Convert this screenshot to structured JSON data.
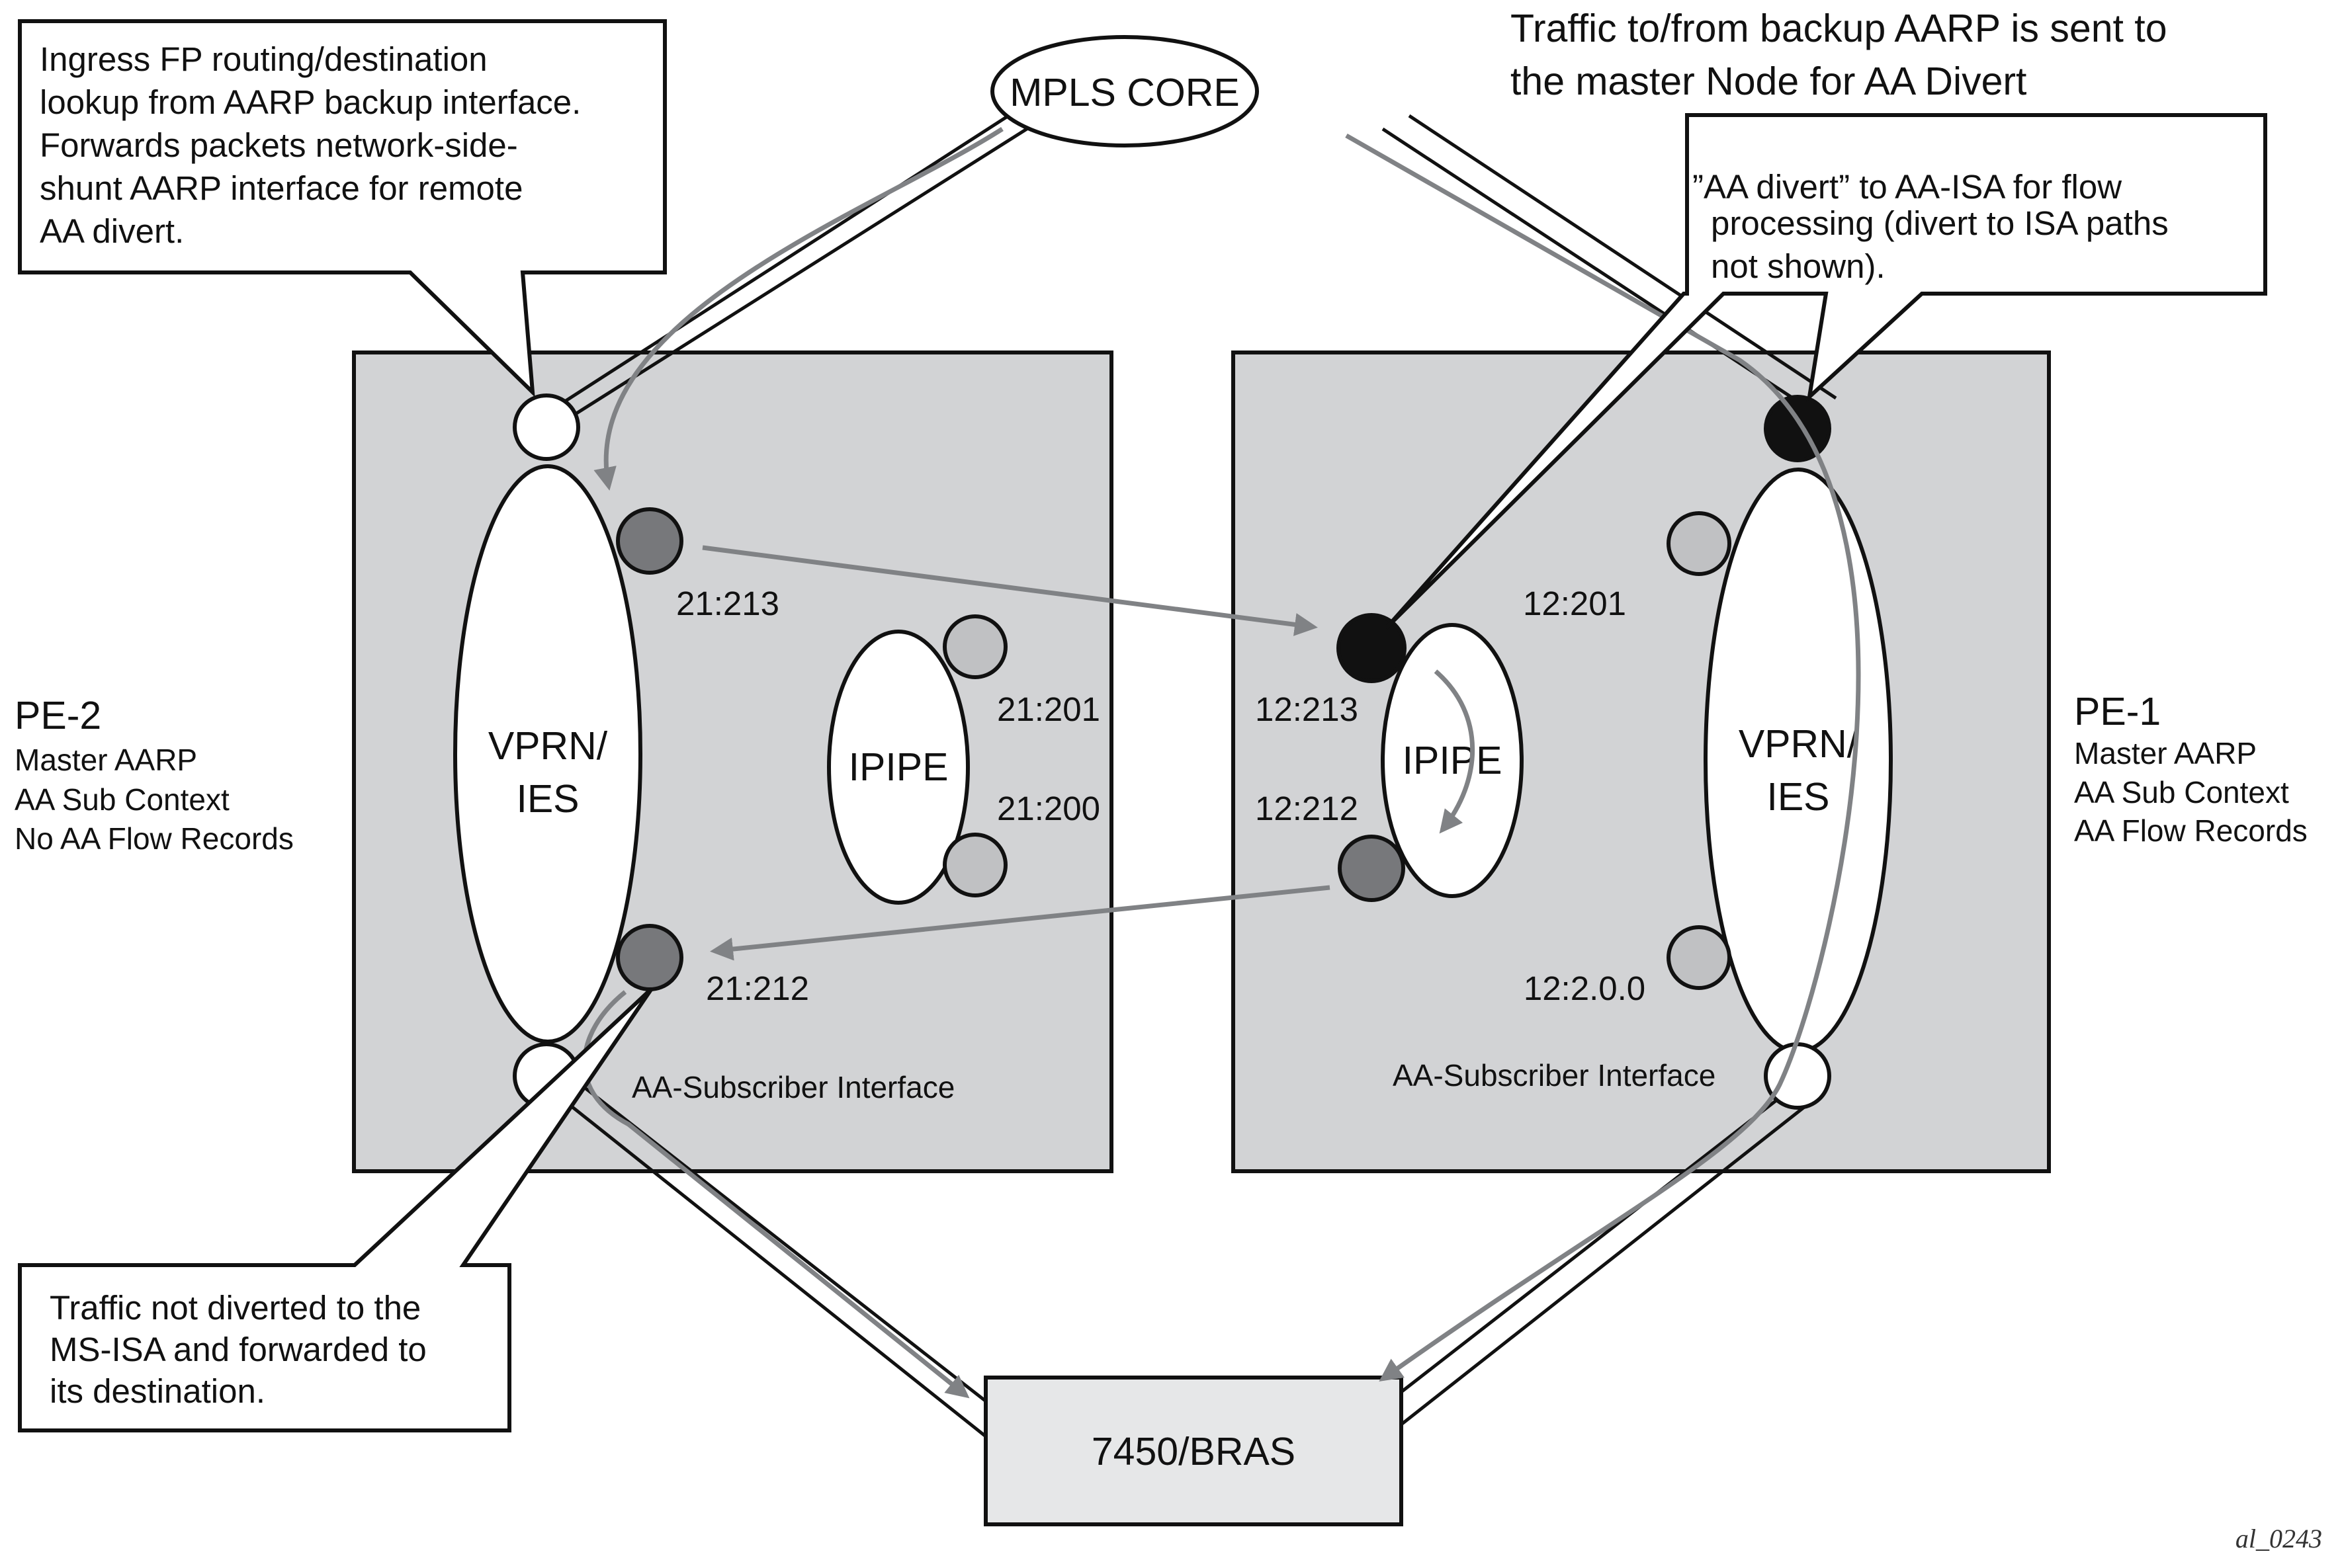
{
  "nodes": {
    "mpls_core": "MPLS CORE",
    "bras": "7450/BRAS"
  },
  "pe2": {
    "name": "PE-2",
    "line1": "Master AARP",
    "line2": "AA Sub Context",
    "line3": "No AA Flow Records",
    "vprn_line1": "VPRN/",
    "vprn_line2": "IES",
    "ipipe": "IPIPE",
    "sap_213": "21:213",
    "sap_201": "21:201",
    "sap_200": "21:200",
    "sap_212": "21:212",
    "sub_interface": "AA-Subscriber Interface"
  },
  "pe1": {
    "name": "PE-1",
    "line1": "Master AARP",
    "line2": "AA Sub Context",
    "line3": "AA Flow Records",
    "vprn_line1": "VPRN/",
    "vprn_line2": "IES",
    "ipipe": "IPIPE",
    "sap_201": "12:201",
    "sap_213": "12:213",
    "sap_212": "12:212",
    "sap_200": "12:2.0.0",
    "sub_interface": "AA-Subscriber Interface"
  },
  "callouts": {
    "ingress": [
      "Ingress FP routing/destination",
      "lookup from AARP backup interface.",
      "Forwards packets network-side-",
      "shunt AARP interface for remote",
      "AA divert."
    ],
    "top_note": [
      "Traffic to/from backup AARP is sent to",
      "the master Node for AA Divert"
    ],
    "aa_divert": [
      "”AA divert” to AA-ISA for flow",
      "processing (divert to ISA paths",
      "not shown)."
    ],
    "not_diverted": [
      "Traffic not diverted to the",
      "MS-ISA and forwarded to",
      "its destination."
    ]
  },
  "figure_id": "al_0243",
  "colors": {
    "box_fill": "#d2d3d5",
    "bras_fill": "#e6e7e8",
    "dark_sap": "#77787b",
    "light_sap": "#c0c1c3",
    "black_sap": "#111111",
    "arrow": "#808285"
  }
}
